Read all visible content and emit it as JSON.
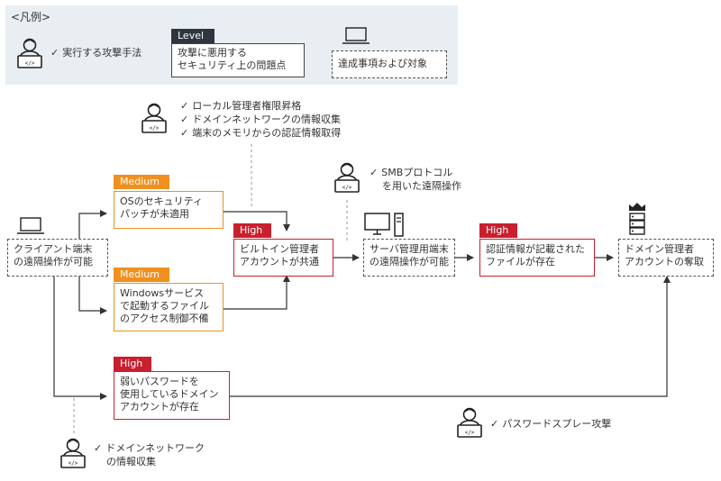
{
  "legend": {
    "title": "<凡例>",
    "technique_label": "実行する攻撃手法",
    "level_tag": "Level",
    "level_desc": [
      "攻撃に悪用する",
      "セキュリティ上の問題点"
    ],
    "target_label": "達成事項および対象"
  },
  "check": "✓",
  "attackers": {
    "top": [
      "ローカル管理者権限昇格",
      "ドメインネットワークの情報収集",
      "端末のメモリからの認証情報取得"
    ],
    "smb": [
      "SMBプロトコル",
      "を用いた遠隔操作"
    ],
    "bottom_left": [
      "ドメインネットワーク",
      "の情報収集"
    ],
    "bottom_right": [
      "パスワードスプレー攻撃"
    ]
  },
  "nodes": {
    "client": [
      "クライアント端末",
      "の遠隔操作が可能"
    ],
    "os_patch": {
      "level": "Medium",
      "lines": [
        "OSのセキュリティ",
        "パッチが未適用"
      ]
    },
    "win_service": {
      "level": "Medium",
      "lines": [
        "Windowsサービス",
        "で起動するファイル",
        "のアクセス制御不備"
      ]
    },
    "builtin_admin": {
      "level": "High",
      "lines": [
        "ビルトイン管理者",
        "アカウントが共通"
      ]
    },
    "server": [
      "サーバ管理用端末",
      "の遠隔操作が可能"
    ],
    "cred_file": {
      "level": "High",
      "lines": [
        "認証情報が記載された",
        "ファイルが存在"
      ]
    },
    "domain_admin": [
      "ドメイン管理者",
      "アカウントの奪取"
    ],
    "weak_pw": {
      "level": "High",
      "lines": [
        "弱いパスワードを",
        "使用しているドメイン",
        "アカウントが存在"
      ]
    }
  },
  "colors": {
    "medium": "#f0901e",
    "high": "#c8202e",
    "legend_bg": "#e9eef2",
    "level_tag": "#2f3640"
  }
}
